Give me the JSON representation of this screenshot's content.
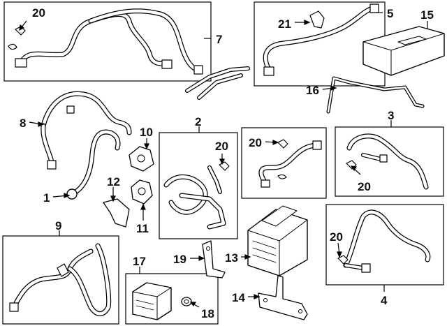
{
  "diagram": {
    "callouts": {
      "c1": "1",
      "c2": "2",
      "c3": "3",
      "c4": "4",
      "c5": "5",
      "c7": "7",
      "c8": "8",
      "c9": "9",
      "c10": "10",
      "c11": "11",
      "c12": "12",
      "c13": "13",
      "c14": "14",
      "c15": "15",
      "c16": "16",
      "c17": "17",
      "c18": "18",
      "c19": "19",
      "c21": "21",
      "c20_box7": "20",
      "c20_box2": "20",
      "c20_box6": "20",
      "c20_box3": "20",
      "c20_box4": "20"
    }
  }
}
